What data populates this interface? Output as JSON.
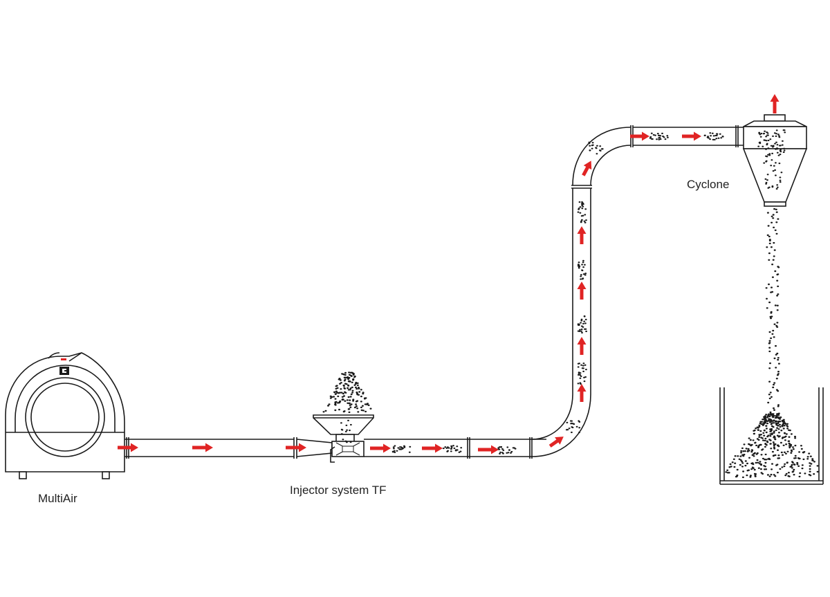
{
  "labels": {
    "multiair": "MultiAir",
    "injector": "Injector system TF",
    "cyclone": "Cyclone"
  },
  "colors": {
    "line": "#1a1a1a",
    "flow_arrow": "#e02424",
    "particle": "#1a1a1a",
    "background": "#ffffff"
  },
  "icons": {
    "multiair_badge": "multiair-logo-icon"
  }
}
